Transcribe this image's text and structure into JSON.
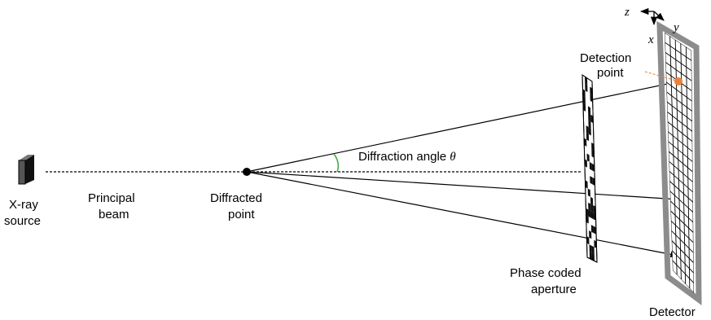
{
  "labels": {
    "source_line1": "X-ray",
    "source_line2": "source",
    "beam_line1": "Principal",
    "beam_line2": "beam",
    "point_line1": "Diffracted",
    "point_line2": "point",
    "angle_text": "Diffraction angle ",
    "angle_symbol": "θ",
    "aperture_line1": "Phase coded",
    "aperture_line2": "aperture",
    "detection_line1": "Detection",
    "detection_line2": "point",
    "detector": "Detector"
  },
  "axes": {
    "z": "z",
    "y": "y",
    "x": "x"
  },
  "colors": {
    "line": "#000000",
    "detector_frame": "#8c8c8c",
    "detection_dot": "#e8833a",
    "angle_arc": "#3aa845",
    "source_box": "#222222"
  }
}
